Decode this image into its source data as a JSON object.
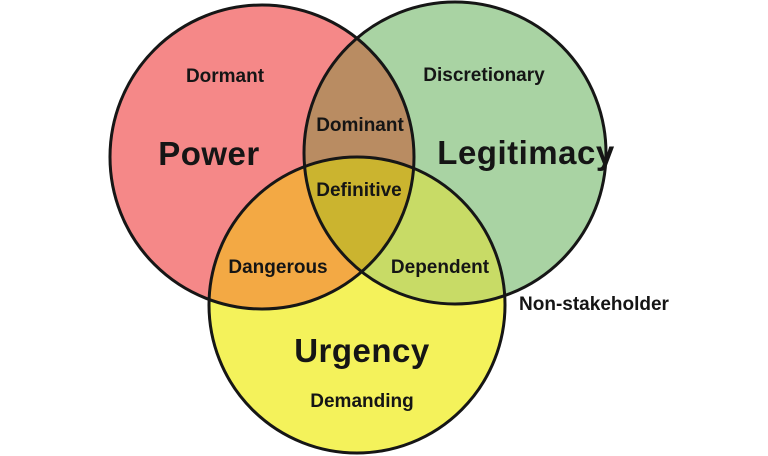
{
  "venn": {
    "background": "#ffffff",
    "outline_color": "#161616",
    "circles": [
      {
        "label": "Power",
        "region_label": "Dormant",
        "color": "#F58888"
      },
      {
        "label": "Legitimacy",
        "region_label": "Discretionary",
        "color": "#A9D3A3"
      },
      {
        "label": "Urgency",
        "region_label": "Demanding",
        "color": "#F4F25B"
      }
    ],
    "overlaps": [
      {
        "label": "Dominant",
        "between": [
          "Power",
          "Legitimacy"
        ],
        "color": "#B98C62"
      },
      {
        "label": "Dangerous",
        "between": [
          "Power",
          "Urgency"
        ],
        "color": "#F3A944"
      },
      {
        "label": "Dependent",
        "between": [
          "Legitimacy",
          "Urgency"
        ],
        "color": "#C8DB66"
      },
      {
        "label": "Definitive",
        "between": [
          "Power",
          "Legitimacy",
          "Urgency"
        ],
        "color": "#CBB42F"
      }
    ],
    "outside_label": "Non-stakeholder"
  }
}
